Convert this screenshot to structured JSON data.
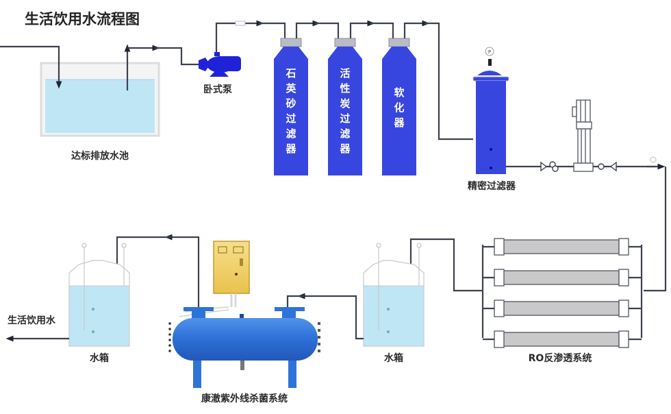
{
  "title": "生活饮用水流程图",
  "colors": {
    "pipe": "#3c4150",
    "equipment_blue": "#3846e0",
    "uv_blue": "#2f73d9",
    "water": "#bfe6f5",
    "membrane_gray": "#c9c9c9",
    "control_box": "#f0d26a"
  },
  "components": {
    "pool": {
      "label": "达标排放水池"
    },
    "pump": {
      "label": "卧式泵"
    },
    "filters": [
      {
        "chars": [
          "石",
          "英",
          "砂",
          "过",
          "滤",
          "器"
        ],
        "label": "石英砂过滤器"
      },
      {
        "chars": [
          "活",
          "性",
          "炭",
          "过",
          "滤",
          "器"
        ],
        "label": "活性炭过滤器"
      },
      {
        "chars": [
          "软",
          "化",
          "器"
        ],
        "label": "软化器"
      }
    ],
    "precision_filter": {
      "label": "精密过滤器",
      "gauge_icon": "pressure-gauge-icon"
    },
    "hp_pump": {
      "label": ""
    },
    "ro": {
      "label": "RO反渗透系统",
      "membrane_count": 4
    },
    "tank_mid": {
      "label": "水箱"
    },
    "uv": {
      "label": "康澈紫外线杀菌系统"
    },
    "tank_left": {
      "label": "水箱"
    },
    "output": {
      "label": "生活饮用水"
    }
  }
}
